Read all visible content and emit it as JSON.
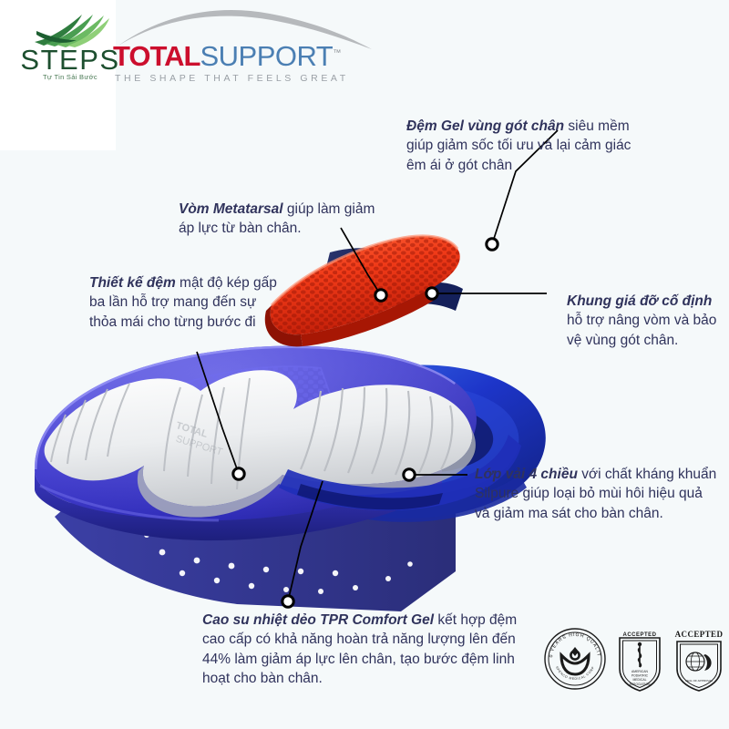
{
  "brand": {
    "steps_name": "STEPS",
    "steps_tagline": "Tự Tin Sải Bước",
    "total_red": "TOTAL",
    "total_blue": "SUPPORT",
    "total_tm": "™",
    "total_tagline": "THE SHAPE THAT FEELS GREAT",
    "colors": {
      "red": "#cc0e2d",
      "blue": "#4b7fb3",
      "green": "#1d4f2f",
      "swoosh_grey": "#b6b9bc",
      "background": "#f5f9fa",
      "text": "#30335c"
    }
  },
  "callouts": [
    {
      "id": "gel-heel",
      "lead": "Đệm Gel vùng gót chân",
      "rest": " siêu mềm giúp giảm sốc tối ưu và lại cảm giác êm ái ở gót chân"
    },
    {
      "id": "metatarsal-arch",
      "lead": "Vòm Metatarsal",
      "rest": " giúp làm giảm áp lực từ bàn chân."
    },
    {
      "id": "cushion-design",
      "lead": "Thiết kế đệm",
      "rest": " mật độ kép gấp ba lần hỗ trợ mang đến sự thỏa mái cho từng bước đi"
    },
    {
      "id": "support-frame",
      "lead": "Khung giá đỡ cố định",
      "rest": " hỗ trợ nâng vòm và bảo vệ vùng gót chân."
    },
    {
      "id": "four-way-fabric",
      "lead": "Lớp vải 4 chiều",
      "rest": " với chất kháng khuẩn Silpure giúp loại bỏ mùi hôi hiệu quả và giảm ma sát cho bàn chân."
    },
    {
      "id": "tpr-comfort-gel",
      "lead": "Cao su nhiệt dẻo TPR Comfort Gel",
      "rest": " kết hợp đệm cao cấp có khả năng hoàn trả năng lượng lên đến 44% làm giảm áp lực lên chân, tạo bước đệm linh hoạt cho bàn chân."
    }
  ],
  "badges": [
    {
      "id": "quality-seal",
      "top_text": "50 YEARS HIGH QUALITY",
      "bottom_text": "SPENCO MEDICAL CORP"
    },
    {
      "id": "apma-accepted",
      "top_text": "ACCEPTED",
      "bottom_text": "AMERICAN PODIATRIC MEDICAL ASSOCIATION"
    },
    {
      "id": "accepted-seal",
      "top_text": "ACCEPTED",
      "bottom_text": "SEAL OF APPROVAL"
    }
  ],
  "product": {
    "layers": [
      {
        "id": "gel-heel-pad",
        "color": "#ef3a21",
        "label": "red gel heel pad"
      },
      {
        "id": "support-frame-shell",
        "color": "#e8eaec",
        "label": "white support frame"
      },
      {
        "id": "tpr-base-cushion",
        "color": "#2233c4",
        "label": "blue TPR base"
      }
    ]
  }
}
